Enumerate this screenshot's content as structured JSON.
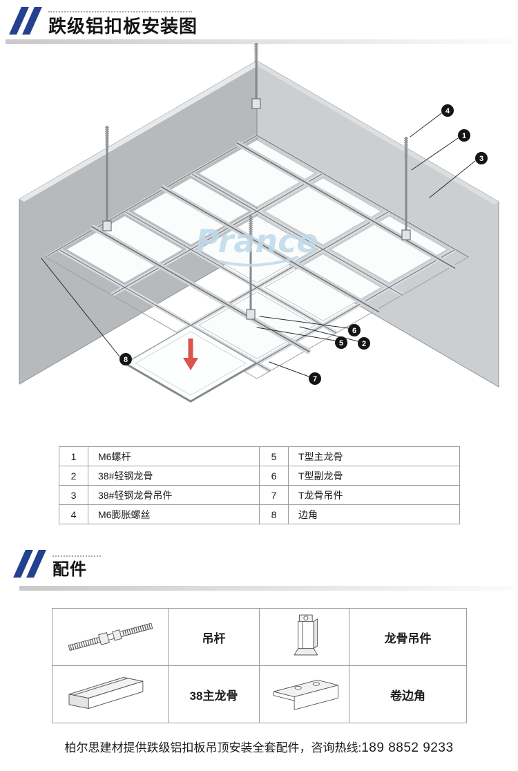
{
  "header": {
    "title": "跌级铝扣板安装图",
    "section_accessories": "配件"
  },
  "diagram": {
    "watermark": "Prance",
    "callouts": [
      "1",
      "2",
      "3",
      "4",
      "5",
      "6",
      "7",
      "8"
    ]
  },
  "parts_table": {
    "rows": [
      {
        "num1": "1",
        "label1": "M6螺杆",
        "num2": "5",
        "label2": "T型主龙骨"
      },
      {
        "num1": "2",
        "label1": "38#轻钢龙骨",
        "num2": "6",
        "label2": "T型副龙骨"
      },
      {
        "num1": "3",
        "label1": "38#轻钢龙骨吊件",
        "num2": "7",
        "label2": "T龙骨吊件"
      },
      {
        "num1": "4",
        "label1": "M6膨胀螺丝",
        "num2": "8",
        "label2": "边角"
      }
    ]
  },
  "accessories_table": {
    "cells": [
      {
        "icon": "hanger-rod-icon",
        "label": "吊杆"
      },
      {
        "icon": "keel-hanger-icon",
        "label": "龙骨吊件"
      },
      {
        "icon": "main-keel-38-icon",
        "label": "38主龙骨"
      },
      {
        "icon": "rolled-edge-angle-icon",
        "label": "卷边角"
      }
    ]
  },
  "footer": {
    "text": "柏尔思建材提供跌级铝扣板吊顶安装全套配件，咨询热线:",
    "phone": "189 8852 9233"
  },
  "colors": {
    "brand_blue": "#24418f",
    "wall_gray_left": "#b6babd",
    "wall_gray_right": "#cbcfd2",
    "accent_red": "#d9544b",
    "watermark_blue": "#bed9ea",
    "table_border": "#9c9c9c"
  }
}
